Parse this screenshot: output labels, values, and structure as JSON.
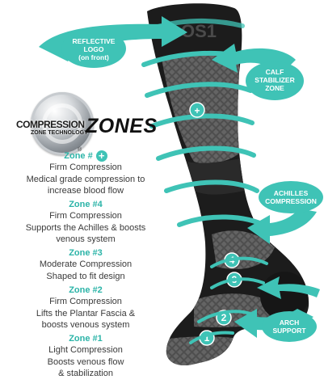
{
  "logo": {
    "word1": "COMPRESSION",
    "word2": "ZONE TECHNOLOGY",
    "title": "ZONES",
    "trademark": "®"
  },
  "zones": [
    {
      "title": "Zone #",
      "badge": "+",
      "lines": "Firm Compression\nMedical grade compression to\nincrease blood flow"
    },
    {
      "title": "Zone #4",
      "badge": "",
      "lines": "Firm Compression\nSupports the Achilles & boosts\nvenous system"
    },
    {
      "title": "Zone #3",
      "badge": "",
      "lines": "Moderate Compression\nShaped to fit design"
    },
    {
      "title": "Zone #2",
      "badge": "",
      "lines": "Firm Compression\nLifts the  Plantar Fascia &\nboosts venous system"
    },
    {
      "title": "Zone #1",
      "badge": "",
      "lines": "Light Compression\nBoosts venous flow\n& stabilization"
    }
  ],
  "callouts": {
    "reflective_logo": [
      "REFLECTIVE",
      "LOGO",
      "(on front)"
    ],
    "calf_stabilizer": [
      "CALF",
      "STABILIZER",
      "ZONE"
    ],
    "achilles": [
      "ACHILLES",
      "COMPRESSION"
    ],
    "arch": [
      "ARCH",
      "SUPPORT"
    ]
  },
  "sock": {
    "cuff_logo": "OS1"
  },
  "markers": [
    "4",
    "3",
    "2",
    "1"
  ],
  "plus_marker": "+",
  "colors": {
    "teal": "#3fc3b6",
    "teal_dark": "#2cb4a8",
    "sock_dark": "#1c1c1c",
    "sock_mesh": "#575757"
  }
}
